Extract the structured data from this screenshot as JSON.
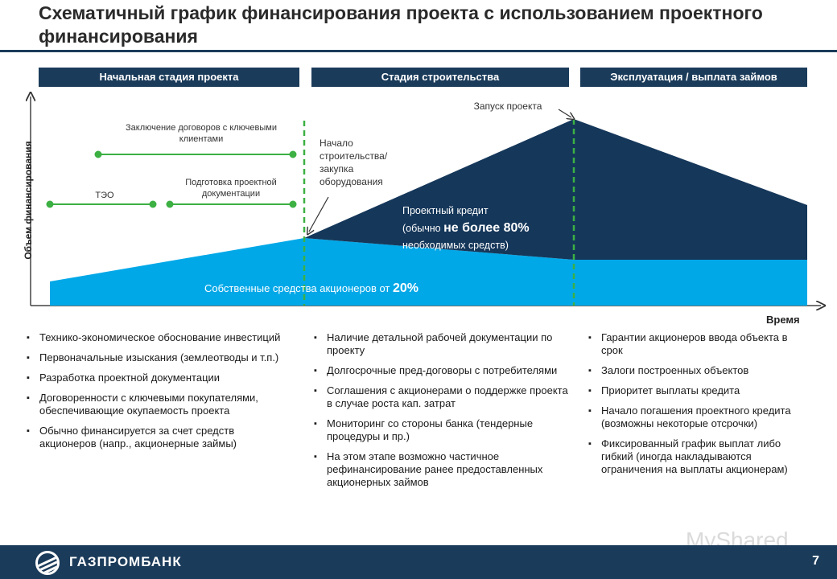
{
  "title": "Схематичный график финансирования проекта с использованием проектного финансирования",
  "phases": [
    "Начальная стадия проекта",
    "Стадия строительства",
    "Эксплуатация / выплата займов"
  ],
  "axes": {
    "y": "Объем финансирования",
    "x": "Время"
  },
  "timeline_labels": {
    "contracts": "Заключение договоров с ключевыми клиентами",
    "docs": "Подготовка проектной документации",
    "teo": "ТЭО",
    "construction_start": "Начало строительства/ закупка оборудования",
    "launch": "Запуск проекта"
  },
  "areas": {
    "credit_line1": "Проектный кредит",
    "credit_pre": "(обычно ",
    "credit_bold": "не более 80%",
    "credit_post": "необходимых средств)",
    "equity_pre": "Собственные средства акционеров от ",
    "equity_bold": "20%"
  },
  "columns": [
    [
      "Технико-экономическое обоснование инвестиций",
      "Первоначальные изыскания (землеотводы и т.п.)",
      "Разработка проектной документации",
      "Договоренности с ключевыми покупателями, обеспечивающие окупаемость проекта",
      "Обычно финансируется за счет средств акционеров (напр., акционерные займы)"
    ],
    [
      "Наличие детальной рабочей документации по проекту",
      "Долгосрочные пред-договоры с потребителями",
      "Соглашения с акционерами о поддержке проекта в случае роста кап. затрат",
      "Мониторинг со стороны банка (тендерные процедуры и пр.)",
      "На этом этапе возможно частичное рефинансирование ранее предоставленных акционерных займов"
    ],
    [
      "Гарантии акционеров ввода объекта в срок",
      "Залоги построенных объектов",
      "Приоритет выплаты кредита",
      "Начало погашения проектного кредита (возможны некоторые отсрочки)",
      "Фиксированный график выплат либо гибкий (иногда накладываются ограничения на выплаты акционерам)"
    ]
  ],
  "footer": {
    "brand": "ГАЗПРОМБАНК",
    "page": "7"
  },
  "watermark": "MyShared",
  "colors": {
    "navy": "#1b3b5a",
    "equity_blue": "#00a8e8",
    "credit_dark": "#15375a",
    "green": "#3cb043"
  }
}
